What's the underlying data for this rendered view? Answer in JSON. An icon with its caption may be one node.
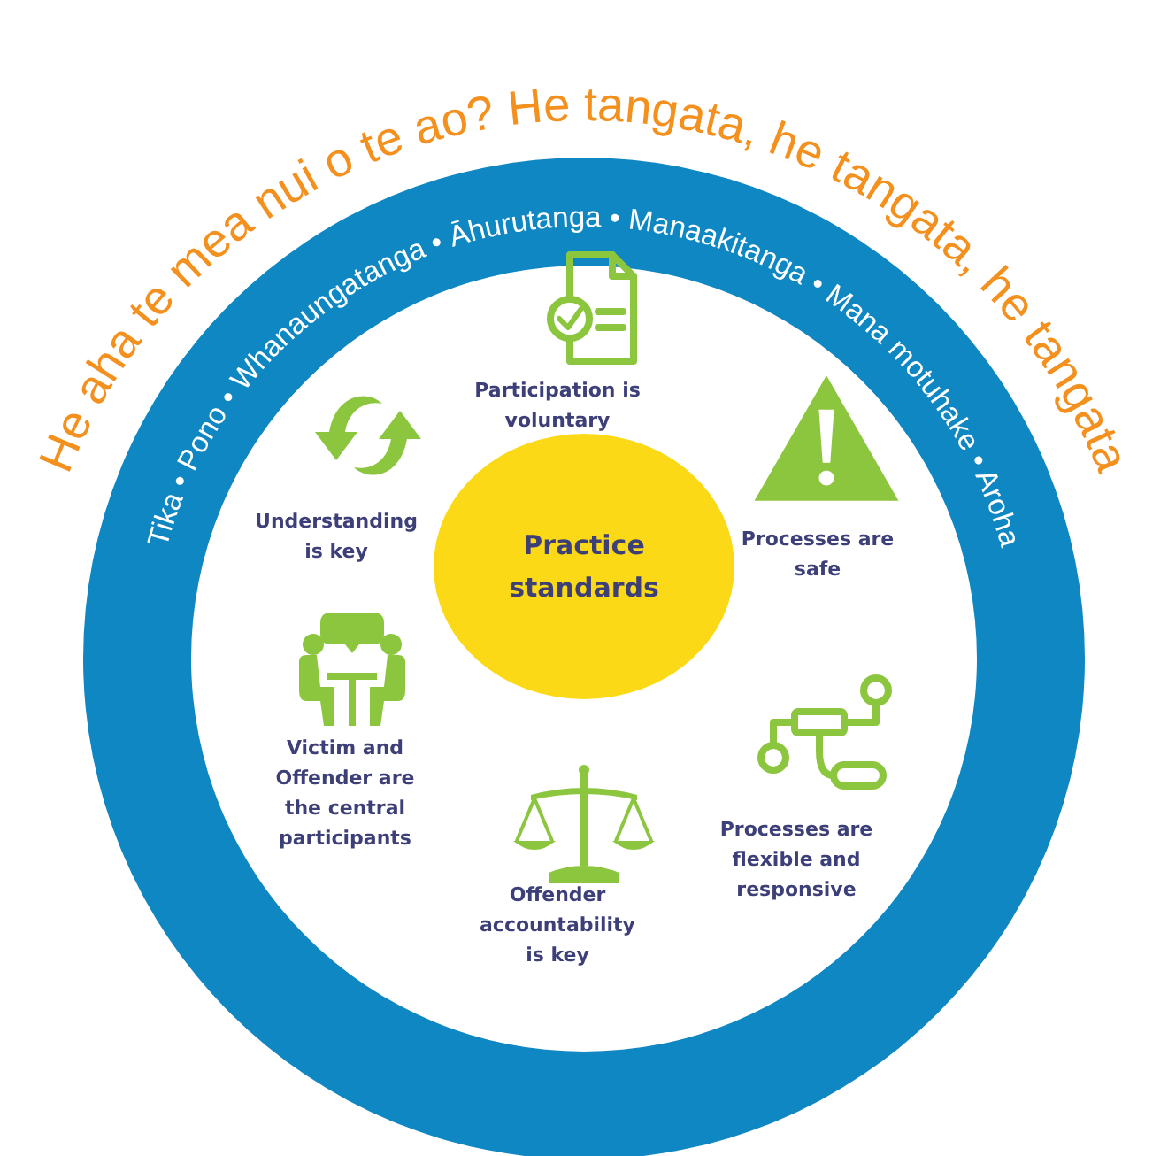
{
  "diagram": {
    "title": "He aha te mea nui o te ao? He tangata, he tangata, he tangata",
    "nodes": [
      {
        "text": [
          "Tika • Pono • Whanaungatanga • Āhurutanga • Manaakitanga • Mana motuhake • Aroha"
        ]
      },
      {
        "text": [
          "Practice standards"
        ],
        "in": 0
      }
    ],
    "labels": [
      "Participation is voluntary",
      "Understanding is key",
      "Processes are safe",
      "Victim and Offender are the central participants",
      "Offender accountability is key",
      "Processes are flexible and responsive"
    ]
  }
}
